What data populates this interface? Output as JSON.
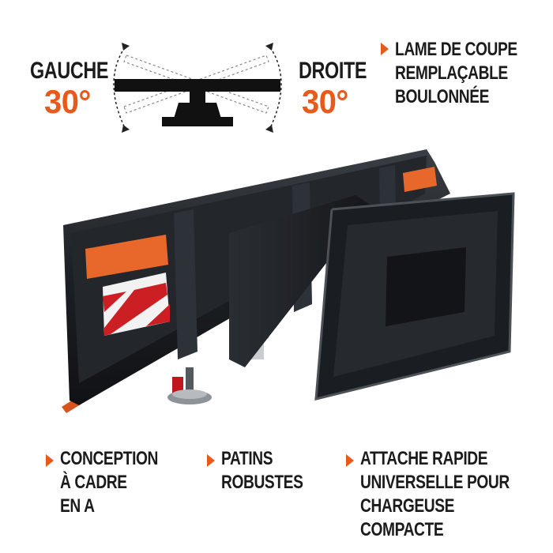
{
  "colors": {
    "accent": "#e85a1c",
    "text": "#1b1b1b",
    "steel": "#1e2226"
  },
  "rotation": {
    "left": {
      "label": "GAUCHE",
      "angle": "30°"
    },
    "right": {
      "label": "DROITE",
      "angle": "30°"
    }
  },
  "features": {
    "blade": "LAME DE COUPE\nREMPLAÇABLE\nBOULONNÉE",
    "frame": "CONCEPTION\nÀ CADRE\nEN A",
    "skids": "PATINS\nROBUSTES",
    "attach": "ATTACHE RAPIDE\nUNIVERSELLE POUR\nCHARGEUSE COMPACTE"
  },
  "icons": {
    "rotation": "angle-rotation-icon",
    "bullet": "arrow-bullet-icon"
  }
}
